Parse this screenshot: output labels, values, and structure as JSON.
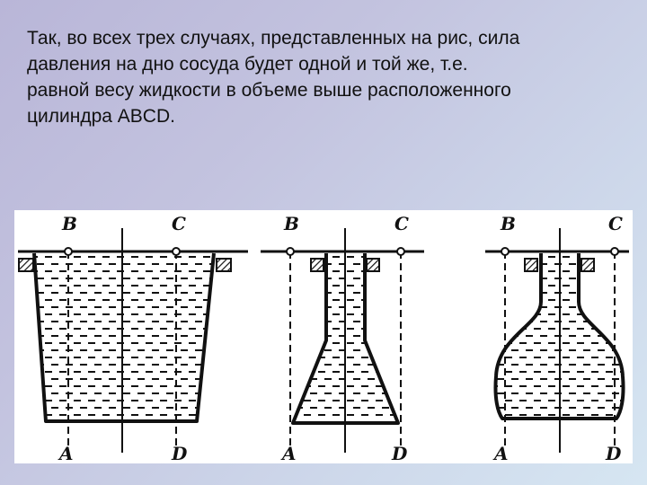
{
  "slide": {
    "text_lines": [
      "Так, во всех трех случаях, представленных на рис, сила",
      "давления на дно сосуда будет одной и той же, т.е.",
      "равной весу жидкости в объеме выше расположенного",
      "цилиндра ABCD."
    ]
  },
  "figure": {
    "vessels": [
      {
        "label_b": "B",
        "label_c": "C",
        "label_a": "A",
        "label_d": "D"
      },
      {
        "label_b": "B",
        "label_c": "C",
        "label_a": "A",
        "label_d": "D"
      },
      {
        "label_b": "B",
        "label_c": "C",
        "label_a": "A",
        "label_d": "D"
      }
    ]
  }
}
